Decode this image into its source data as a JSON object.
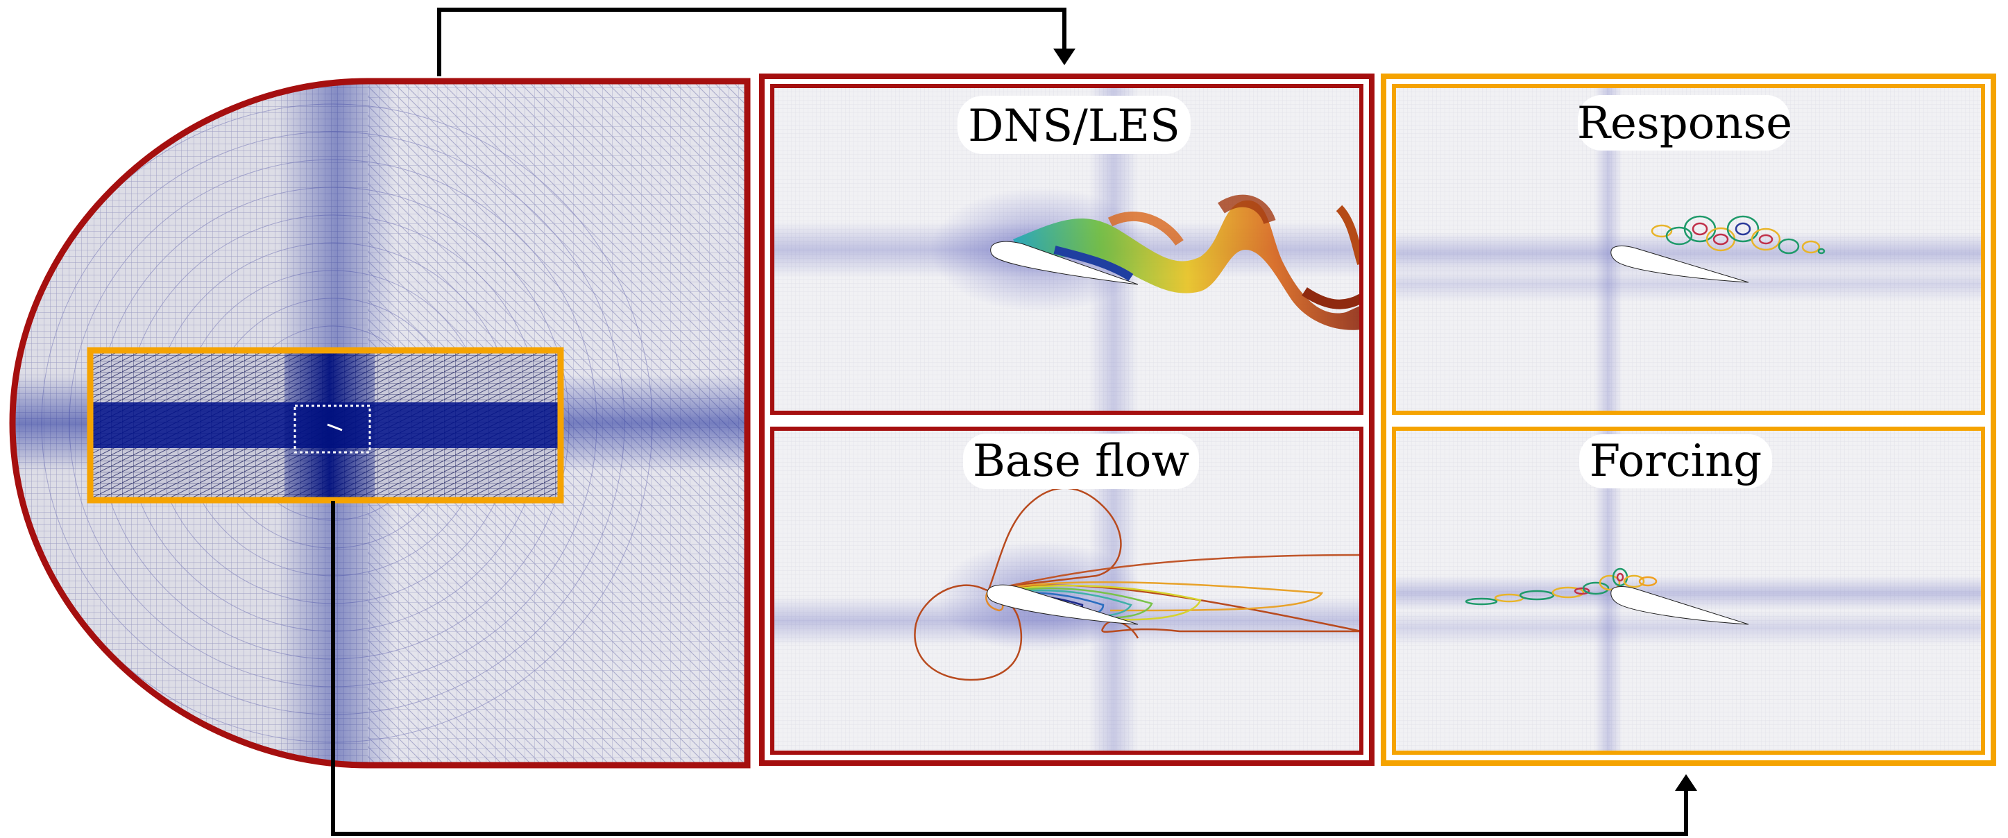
{
  "labels": {
    "dns_les": "DNS/LES",
    "base_flow": "Base flow",
    "response": "Response",
    "forcing": "Forcing"
  },
  "colors": {
    "nonlinear_frame": "#a50f0f",
    "linear_frame": "#f5a300",
    "mesh_dense": "#000f8a",
    "mesh_light": "#d8d8e8",
    "arrow": "#000000"
  }
}
